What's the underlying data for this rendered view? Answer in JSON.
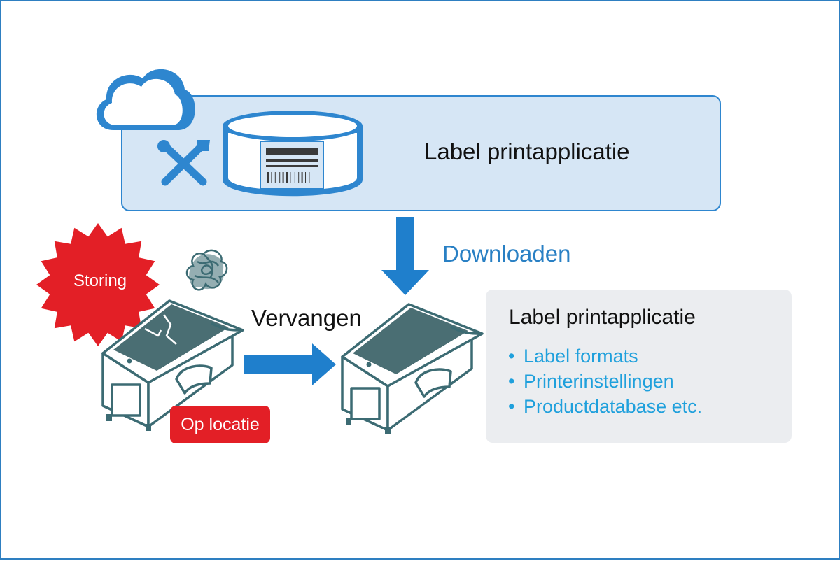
{
  "cloud_panel": {
    "title": "Label printapplicatie"
  },
  "download": {
    "label": "Downloaden"
  },
  "replace": {
    "label": "Vervangen"
  },
  "fault_badge": {
    "label": "Storing"
  },
  "onsite_badge": {
    "label": "Op locatie"
  },
  "info_panel": {
    "title": "Label printapplicatie",
    "items": [
      "Label formats",
      "Printerinstellingen",
      "Productdatabase etc."
    ],
    "bullet": "•"
  },
  "colors": {
    "accent_blue": "#2e86cf",
    "panel_blue": "#d6e6f5",
    "alert_red": "#e31f26",
    "printer_outline": "#3c6b73",
    "printer_screen": "#4a6e73",
    "list_text": "#1fa0dc",
    "info_panel": "#ebedf0"
  },
  "icons": [
    "cloud-icon",
    "wrench-screwdriver-icon",
    "label-roll-icon",
    "barcode-icon",
    "tangled-paper-icon",
    "broken-printer-icon",
    "printer-icon",
    "arrow-down-icon",
    "arrow-right-icon"
  ]
}
